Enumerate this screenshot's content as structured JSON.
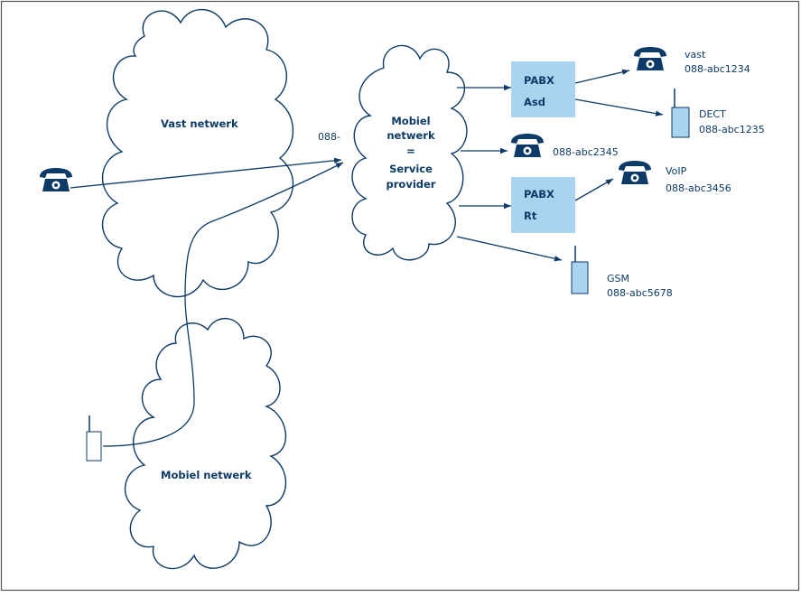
{
  "colors": {
    "ink": "#0d3a66",
    "box_fill": "#a9d3ef",
    "background": "#ffffff"
  },
  "clouds": {
    "vast_netwerk": "Vast netwerk",
    "mobiel_netwerk_bottom": "Mobiel netwerk",
    "service_provider": [
      "Mobiel",
      "netwerk",
      "=",
      "Service",
      "provider"
    ]
  },
  "prefix_label": "088-",
  "pabx_asd": {
    "line1": "PABX",
    "line2": "Asd"
  },
  "pabx_rt": {
    "line1": "PABX",
    "line2": "Rt"
  },
  "endpoints": {
    "vast": {
      "type": "vast",
      "number": "088-abc1234",
      "icon": "desk-phone-icon"
    },
    "dect": {
      "type": "DECT",
      "number": "088-abc1235",
      "icon": "mobile-handset-icon"
    },
    "direct": {
      "number": "088-abc2345",
      "icon": "desk-phone-icon"
    },
    "voip": {
      "type": "VoIP",
      "number": "088-abc3456",
      "icon": "desk-phone-icon"
    },
    "gsm": {
      "type": "GSM",
      "number": "088-abc5678",
      "icon": "mobile-handset-icon"
    }
  },
  "caller_icons": [
    "desk-phone-icon",
    "mobile-handset-icon"
  ]
}
